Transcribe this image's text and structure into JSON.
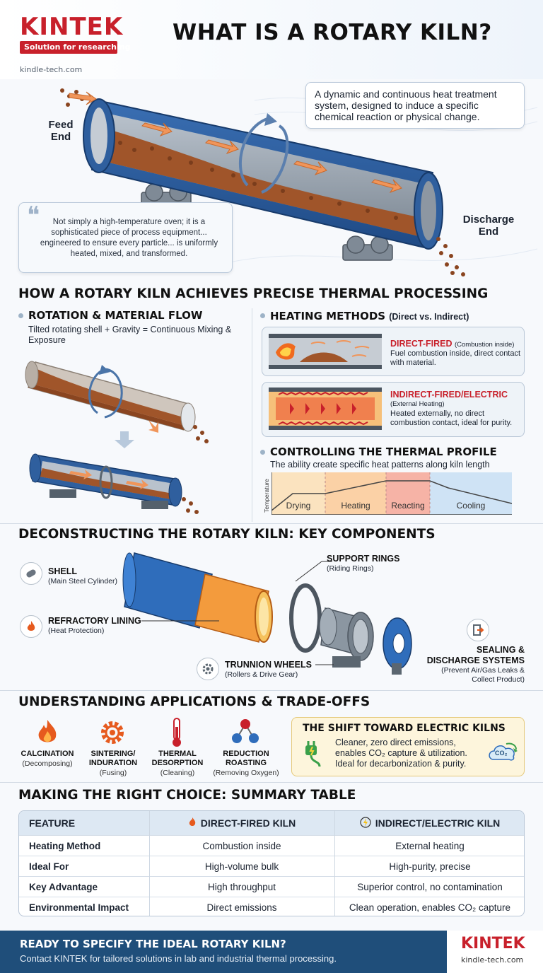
{
  "header": {
    "logo": "KINTEK",
    "tagline": "Solution for researching",
    "url": "kindle-tech.com",
    "title": "WHAT IS A ROTARY KILN?"
  },
  "hero": {
    "definition": "A dynamic and continuous heat treatment system, designed to induce a specific chemical reaction or physical change.",
    "feed_label": "Feed End",
    "discharge_label": "Discharge End",
    "quote": "Not simply a high-temperature oven; it is a sophisticated piece of process equipment... engineered to ensure every particle... is uniformly heated, mixed, and transformed."
  },
  "thermal": {
    "title": "HOW A ROTARY KILN ACHIEVES PRECISE THERMAL PROCESSING",
    "rotation": {
      "title": "ROTATION & MATERIAL FLOW",
      "body": "Tilted rotating shell + Gravity = Continuous Mixing & Exposure"
    },
    "heating": {
      "title": "HEATING METHODS",
      "title_suffix": "(Direct vs. Indirect)",
      "direct": {
        "title": "DIRECT-FIRED",
        "sub": "(Combustion inside)",
        "body": "Fuel combustion inside, direct contact with material."
      },
      "indirect": {
        "title": "INDIRECT-FIRED/ELECTRIC",
        "sub": "(External Heating)",
        "body": "Heated externally, no direct combustion contact, ideal for purity."
      }
    },
    "profile": {
      "title": "CONTROLLING THE THERMAL PROFILE",
      "body": "The ability create specific heat patterns along kiln length",
      "axis_label": "Temperature",
      "zones": [
        "Drying",
        "Heating",
        "Reacting",
        "Cooling"
      ],
      "zone_colors": [
        "#fbe3bf",
        "#fbd1a6",
        "#f6b3a6",
        "#cfe3f5"
      ]
    }
  },
  "components": {
    "title": "DECONSTRUCTING THE ROTARY KILN: KEY COMPONENTS",
    "shell": {
      "name": "SHELL",
      "sub": "(Main Steel Cylinder)"
    },
    "lining": {
      "name": "REFRACTORY LINING",
      "sub": "(Heat Protection)"
    },
    "rings": {
      "name": "SUPPORT RINGS",
      "sub": "(Riding Rings)"
    },
    "trunnion": {
      "name": "TRUNNION WHEELS",
      "sub": "(Rollers & Drive Gear)"
    },
    "sealing": {
      "name_1": "SEALING &",
      "name_2": "DISCHARGE SYSTEMS",
      "sub_1": "(Prevent Air/Gas Leaks &",
      "sub_2": "Collect Product)"
    }
  },
  "applications": {
    "title": "UNDERSTANDING APPLICATIONS & TRADE-OFFS",
    "items": [
      {
        "name_1": "CALCINATION",
        "name_2": "",
        "sub": "(Decomposing)",
        "icon": "flame-icon"
      },
      {
        "name_1": "SINTERING/",
        "name_2": "INDURATION",
        "sub": "(Fusing)",
        "icon": "gear-icon"
      },
      {
        "name_1": "THERMAL",
        "name_2": "DESORPTION",
        "sub": "(Cleaning)",
        "icon": "thermometer-icon"
      },
      {
        "name_1": "REDUCTION",
        "name_2": "ROASTING",
        "sub": "(Removing Oxygen)",
        "icon": "molecule-icon"
      }
    ],
    "electric": {
      "title": "THE SHIFT TOWARD ELECTRIC KILNS",
      "line_1": "Cleaner, zero direct emissions,",
      "line_2": "enables CO₂ capture & utilization.",
      "line_3": "Ideal for decarbonization & purity.",
      "co2_label": "CO₂"
    }
  },
  "summary": {
    "title": "MAKING THE RIGHT CHOICE: SUMMARY TABLE",
    "headers": [
      "FEATURE",
      "DIRECT-FIRED KILN",
      "INDIRECT/ELECTRIC KILN"
    ],
    "rows": [
      [
        "Heating Method",
        "Combustion inside",
        "External heating"
      ],
      [
        "Ideal For",
        "High-volume bulk",
        "High-purity, precise"
      ],
      [
        "Key Advantage",
        "High throughput",
        "Superior control, no contamination"
      ],
      [
        "Environmental Impact",
        "Direct emissions",
        "Clean operation, enables CO₂ capture"
      ]
    ]
  },
  "footer": {
    "title": "READY TO SPECIFY THE IDEAL ROTARY KILN?",
    "body": "Contact KINTEK for tailored solutions in lab and industrial thermal processing.",
    "logo": "KINTEK",
    "url": "kindle-tech.com"
  },
  "colors": {
    "brand_red": "#c8202b",
    "kiln_blue": "#2f5f9e",
    "material_brown": "#a0552a",
    "footer_blue": "#1f4e7a"
  }
}
